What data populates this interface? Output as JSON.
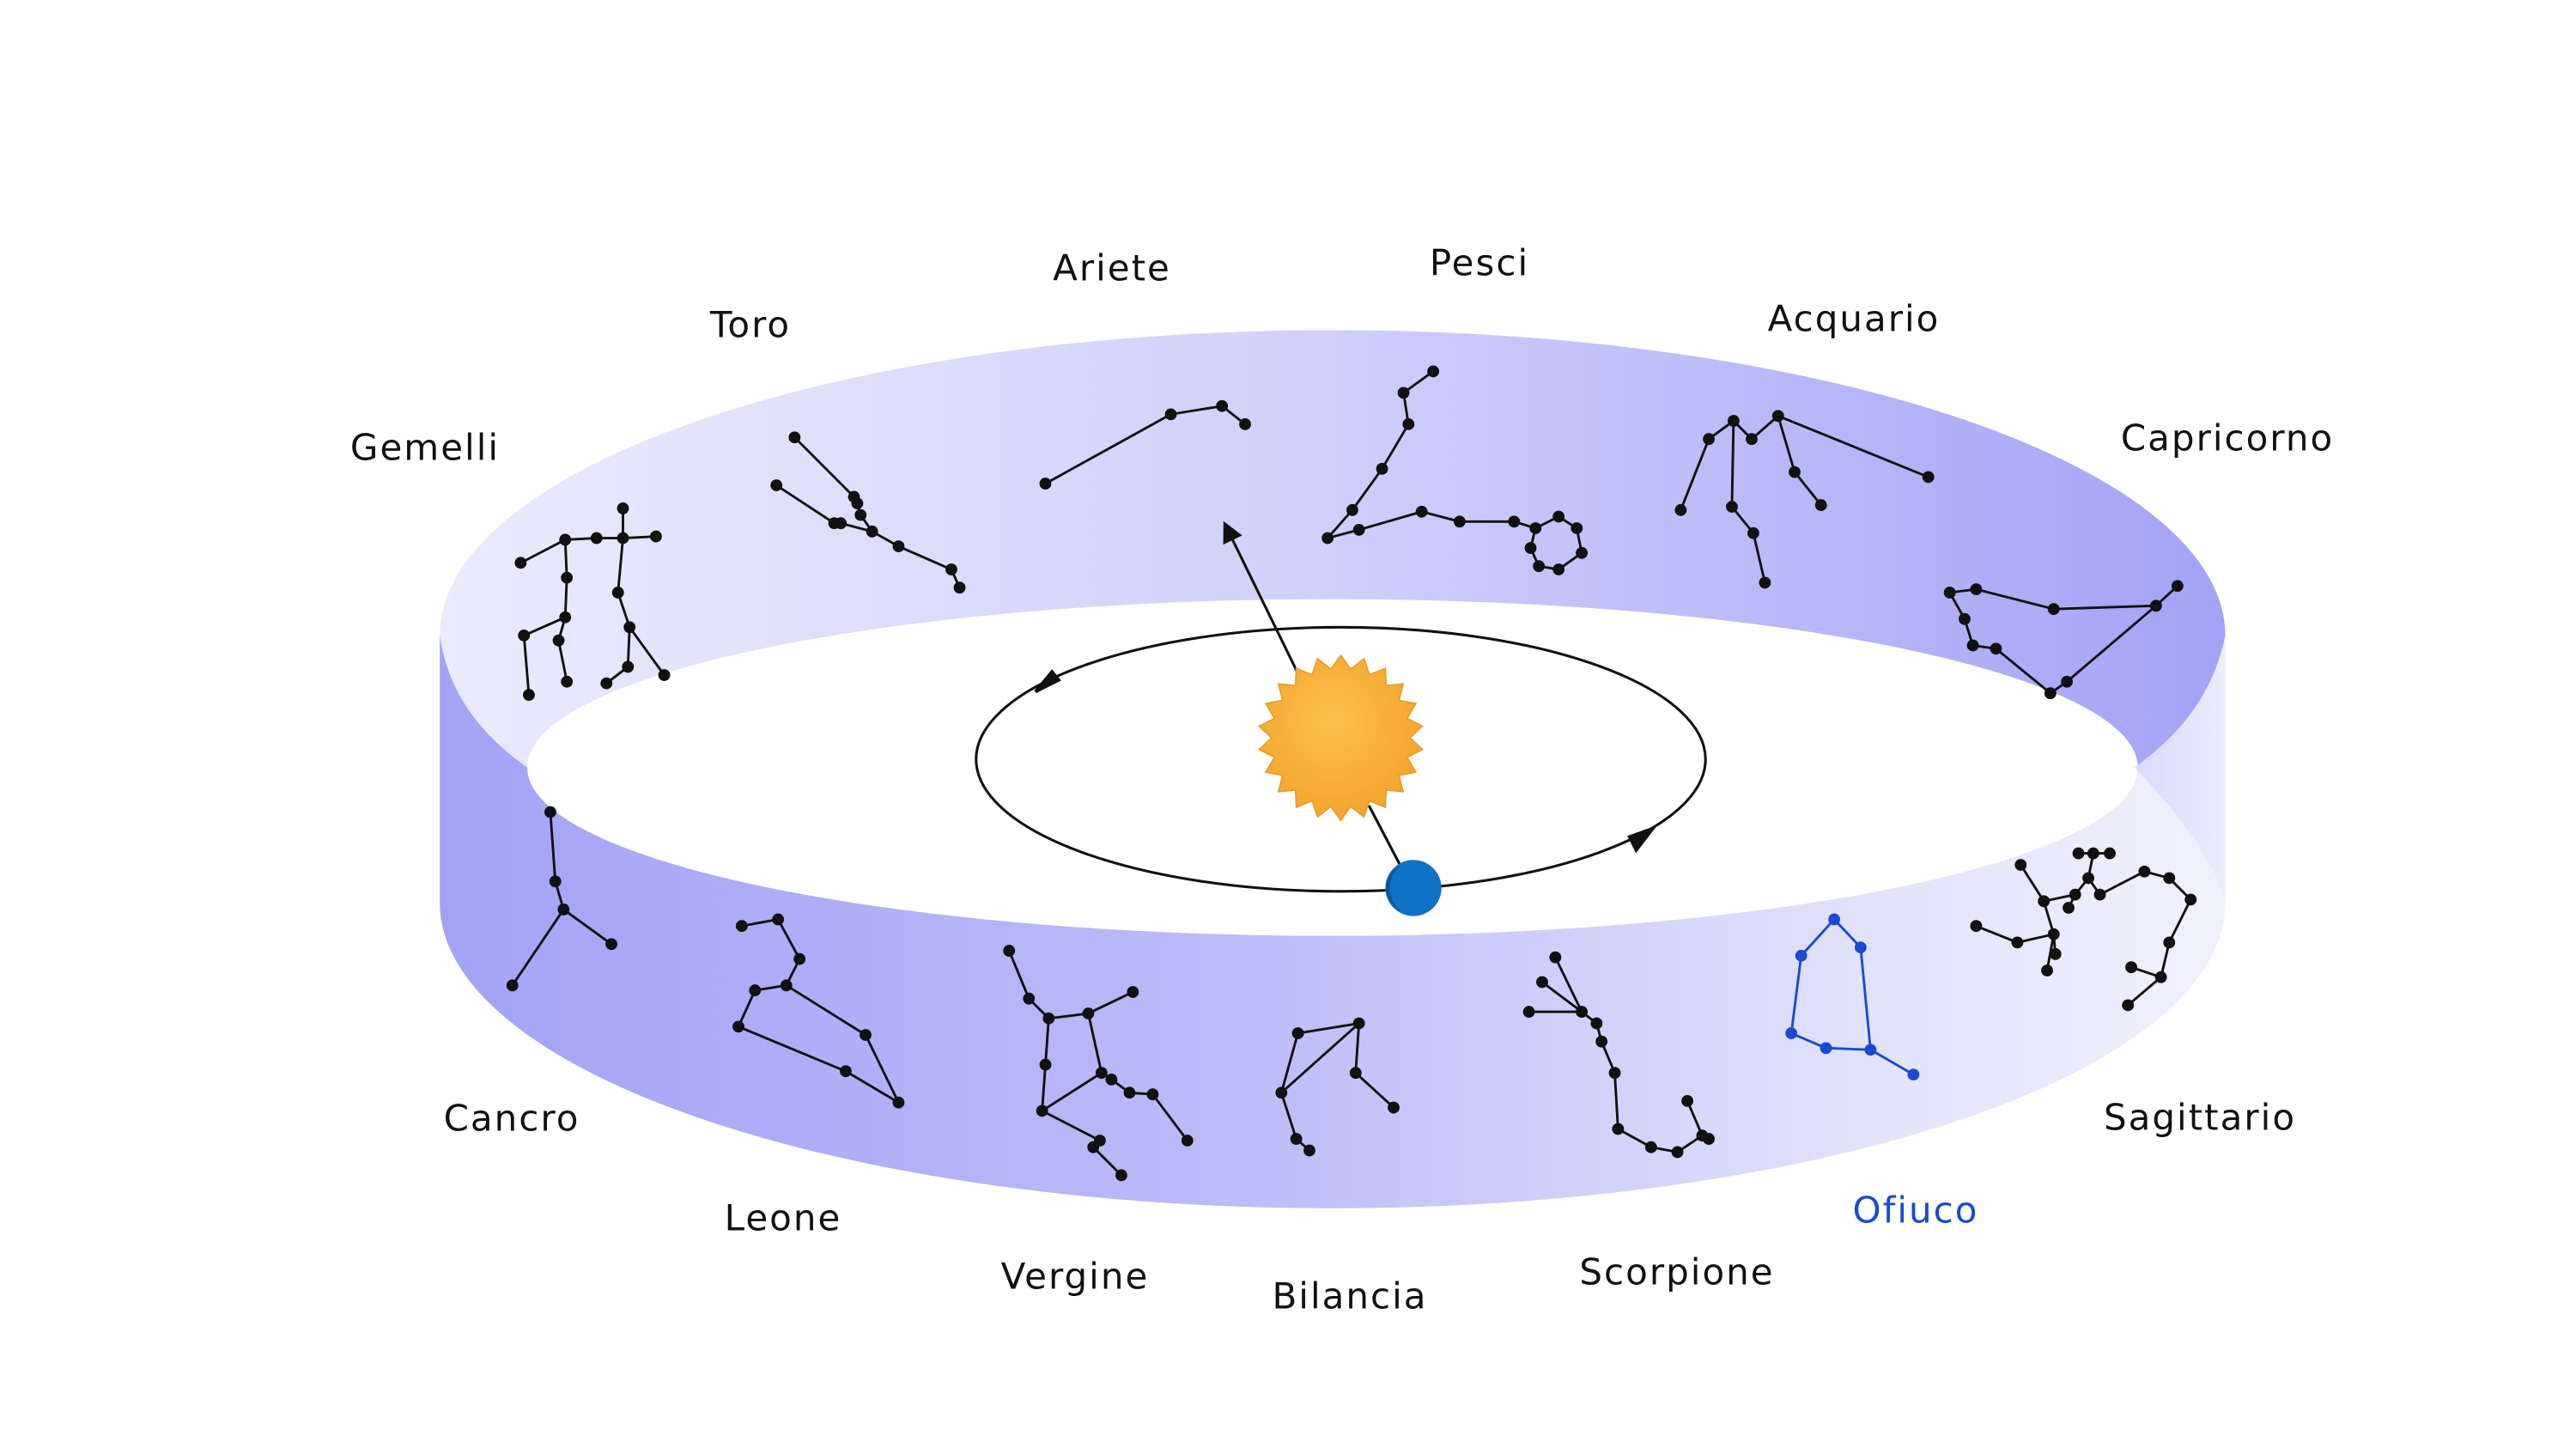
{
  "colors": {
    "band_light": "#e4e4fb",
    "band_dark": "#a5a5f7",
    "constellation": "#111111",
    "highlight": "#1a4ad1",
    "sun": "#f6b03a",
    "earth": "#0f72c6"
  },
  "icons": [
    "sun-icon",
    "earth-icon"
  ],
  "constellations": [
    {
      "id": "gemelli",
      "label": "Gemelli",
      "highlight": false
    },
    {
      "id": "toro",
      "label": "Toro",
      "highlight": false
    },
    {
      "id": "ariete",
      "label": "Ariete",
      "highlight": false
    },
    {
      "id": "pesci",
      "label": "Pesci",
      "highlight": false
    },
    {
      "id": "acquario",
      "label": "Acquario",
      "highlight": false
    },
    {
      "id": "capricorno",
      "label": "Capricorno",
      "highlight": false
    },
    {
      "id": "sagittario",
      "label": "Sagittario",
      "highlight": false
    },
    {
      "id": "ofiuco",
      "label": "Ofiuco",
      "highlight": true
    },
    {
      "id": "scorpione",
      "label": "Scorpione",
      "highlight": false
    },
    {
      "id": "bilancia",
      "label": "Bilancia",
      "highlight": false
    },
    {
      "id": "vergine",
      "label": "Vergine",
      "highlight": false
    },
    {
      "id": "leone",
      "label": "Leone",
      "highlight": false
    },
    {
      "id": "cancro",
      "label": "Cancro",
      "highlight": false
    }
  ]
}
